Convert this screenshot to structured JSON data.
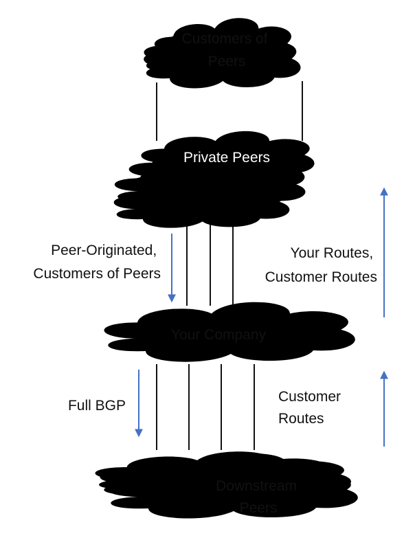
{
  "clouds": {
    "customers_of_peers": {
      "line1": "Customers of",
      "line2": "Peers"
    },
    "private_peers": {
      "label": "Private Peers"
    },
    "your_company": {
      "label": "Your Company"
    },
    "downstream_peers": {
      "line1": "Downstream",
      "line2": "Peers"
    }
  },
  "flows": {
    "peer_originated": {
      "line1": "Peer-Originated,",
      "line2": "Customers of Peers",
      "direction": "down"
    },
    "your_routes": {
      "line1": "Your Routes,",
      "line2": "Customer Routes",
      "direction": "up"
    },
    "full_bgp": {
      "label": "Full BGP",
      "direction": "down"
    },
    "customer_routes": {
      "line1": "Customer",
      "line2": "Routes",
      "direction": "up"
    }
  },
  "colors": {
    "customers_of_peers_cloud": "#a9c8ea",
    "private_peers_cloud": "#4472c4",
    "your_company_cloud": "#d0d0d0",
    "downstream_peers_cloud": "#8a8a8a",
    "flow_arrow": "#4472c4",
    "link_line": "#111111"
  }
}
